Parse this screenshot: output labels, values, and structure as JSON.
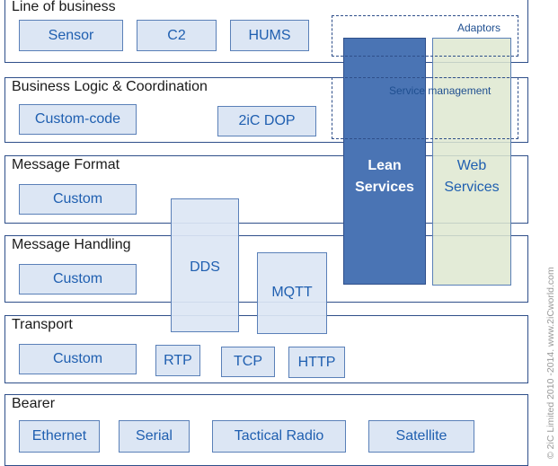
{
  "layers": {
    "line_of_business": {
      "title": "Line of business",
      "items": [
        "Sensor",
        "C2",
        "HUMS"
      ]
    },
    "business_logic": {
      "title": "Business Logic & Coordination",
      "items": [
        "Custom-code",
        "2iC DOP"
      ]
    },
    "message_format": {
      "title": "Message Format",
      "items": [
        "Custom"
      ]
    },
    "message_handling": {
      "title": "Message Handling",
      "items": [
        "Custom"
      ]
    },
    "transport": {
      "title": "Transport",
      "items": [
        "Custom",
        "RTP",
        "TCP",
        "HTTP"
      ]
    },
    "bearer": {
      "title": "Bearer",
      "items": [
        "Ethernet",
        "Serial",
        "Tactical Radio",
        "Satellite"
      ]
    }
  },
  "middleware": {
    "dds": "DDS",
    "mqtt": "MQTT"
  },
  "services": {
    "lean": {
      "line1": "Lean",
      "line2": "Services"
    },
    "web": {
      "line1": "Web",
      "line2": "Services"
    }
  },
  "overlays": {
    "adaptors": "Adaptors",
    "service_management": "Service management"
  },
  "copyright": "© 2iC Limited 2010 -2014. www.2iCworld.com",
  "colors": {
    "layer_border": "#2f4f8a",
    "box_fill": "#dce6f4",
    "box_text": "#1f5fb0",
    "lean_fill": "#4a74b4",
    "web_fill": "#dee7d0"
  }
}
